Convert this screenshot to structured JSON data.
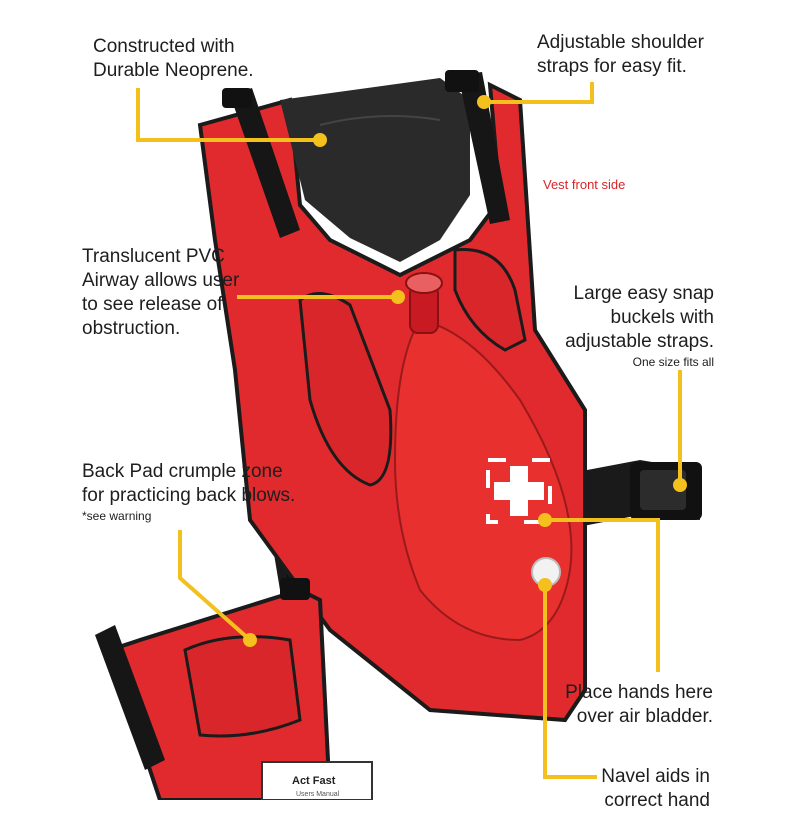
{
  "image": {
    "colors": {
      "vest": "#e02a2e",
      "vest_dark": "#b51e22",
      "neoprene": "#2a2a2a",
      "strap": "#1a1a1a",
      "callout": "#f4c01e",
      "accent_text": "#d8252a",
      "text": "#1e1e1e"
    }
  },
  "callouts": {
    "neoprene": {
      "lines": [
        "Constructed with",
        "Durable Neoprene."
      ]
    },
    "straps": {
      "lines": [
        "Adjustable shoulder",
        "straps for easy fit."
      ]
    },
    "vest_front": "Vest front side",
    "pvc": {
      "lines": [
        "Translucent PVC",
        "Airway allows user",
        "to see release of",
        "obstruction."
      ]
    },
    "buckles": {
      "lines": [
        "Large easy snap",
        "buckels with",
        "adjustable straps."
      ],
      "note": "One size fits all"
    },
    "backpad": {
      "lines": [
        "Back Pad crumple zone",
        "for practicing back blows."
      ],
      "note": "*see warning"
    },
    "hands": {
      "lines": [
        "Place hands here",
        "over air bladder."
      ]
    },
    "navel": {
      "lines": [
        "Navel aids in",
        "correct hand"
      ]
    }
  },
  "manual_tag": {
    "brand": "Act Fast",
    "title": "Users Manual"
  }
}
